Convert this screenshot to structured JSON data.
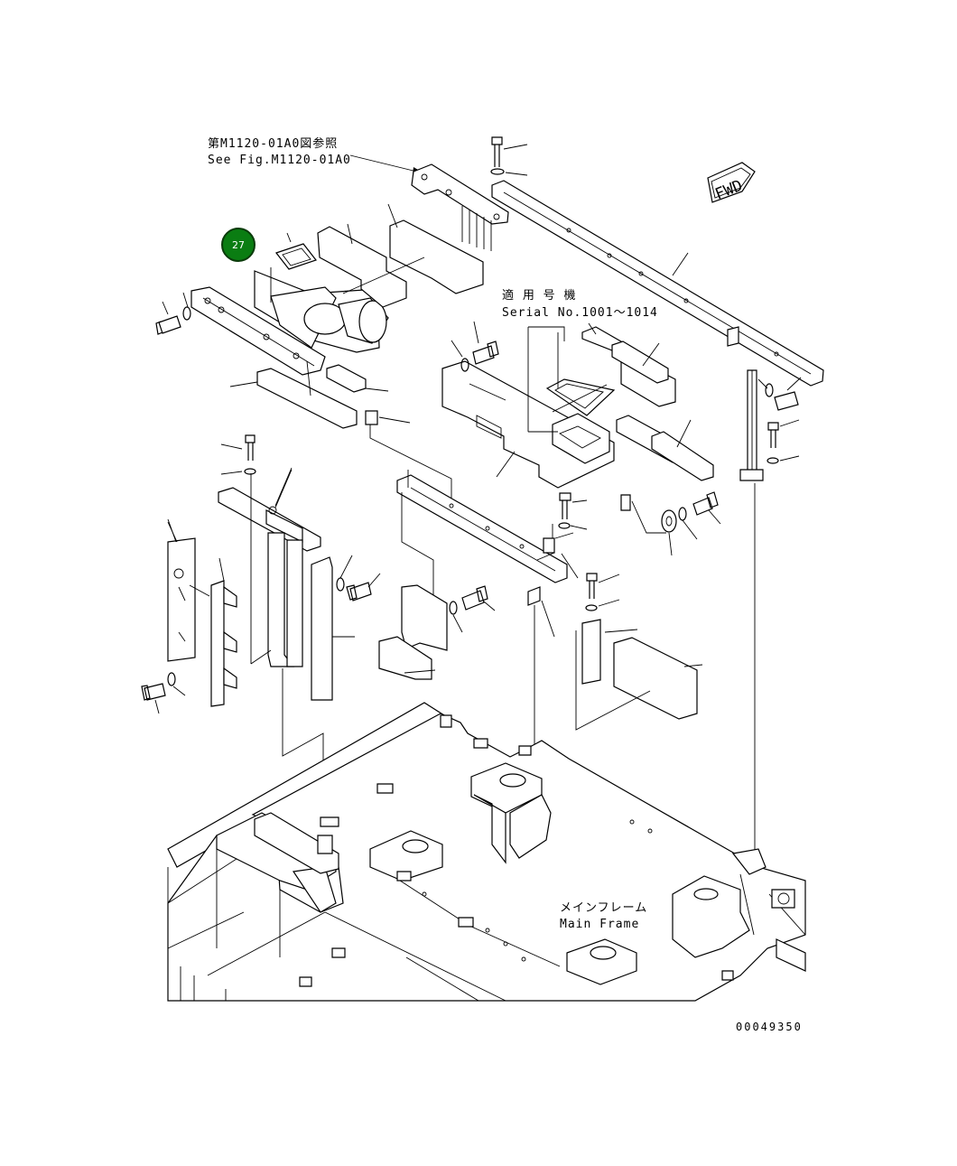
{
  "reference": {
    "line_jp": "第M1120-01A0図参照",
    "line_en": "See Fig.M1120-01A0"
  },
  "serial": {
    "line_jp": "適 用 号 機",
    "line_en": "Serial No.1001～1014"
  },
  "main_frame": {
    "line_jp": "メインフレーム",
    "line_en": "Main Frame"
  },
  "direction_arrow": {
    "label": "FWD"
  },
  "callout": {
    "number": "27",
    "color": "#0a7d12"
  },
  "drawing_number": "00049350",
  "icons": {
    "callout": "circle-badge",
    "direction": "arrow-icon"
  }
}
